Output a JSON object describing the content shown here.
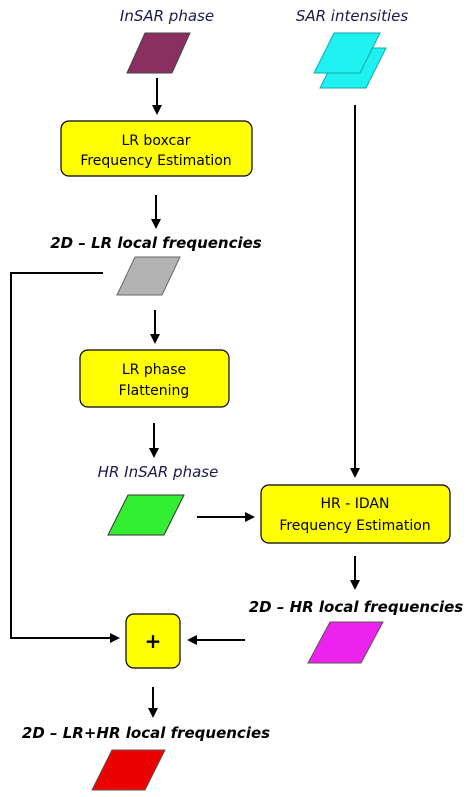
{
  "diagram": {
    "inputs": {
      "insar_phase": {
        "label": "InSAR phase",
        "color": "#8b2f63"
      },
      "sar_intensities": {
        "label": "SAR intensities",
        "color": "#1ff0f0"
      }
    },
    "boxes": {
      "lr_boxcar": {
        "line1": "LR boxcar",
        "line2": "Frequency Estimation",
        "fill": "#ffff00"
      },
      "lr_flattening": {
        "line1": "LR phase",
        "line2": "Flattening",
        "fill": "#ffff00"
      },
      "hr_idan": {
        "line1": "HR - IDAN",
        "line2": "Frequency Estimation",
        "fill": "#ffff00"
      },
      "sum": {
        "symbol": "+",
        "fill": "#ffff00"
      }
    },
    "data_nodes": {
      "lr_local_freq": {
        "label": "2D – LR local frequencies",
        "color": "#b3b3b3"
      },
      "hr_insar_phase": {
        "label": "HR InSAR phase",
        "color": "#33ee33"
      },
      "hr_local_freq": {
        "label": "2D – HR local frequencies",
        "color": "#ee22ee"
      },
      "lr_hr_local_freq": {
        "label": "2D – LR+HR local frequencies",
        "color": "#ee0000"
      }
    }
  }
}
